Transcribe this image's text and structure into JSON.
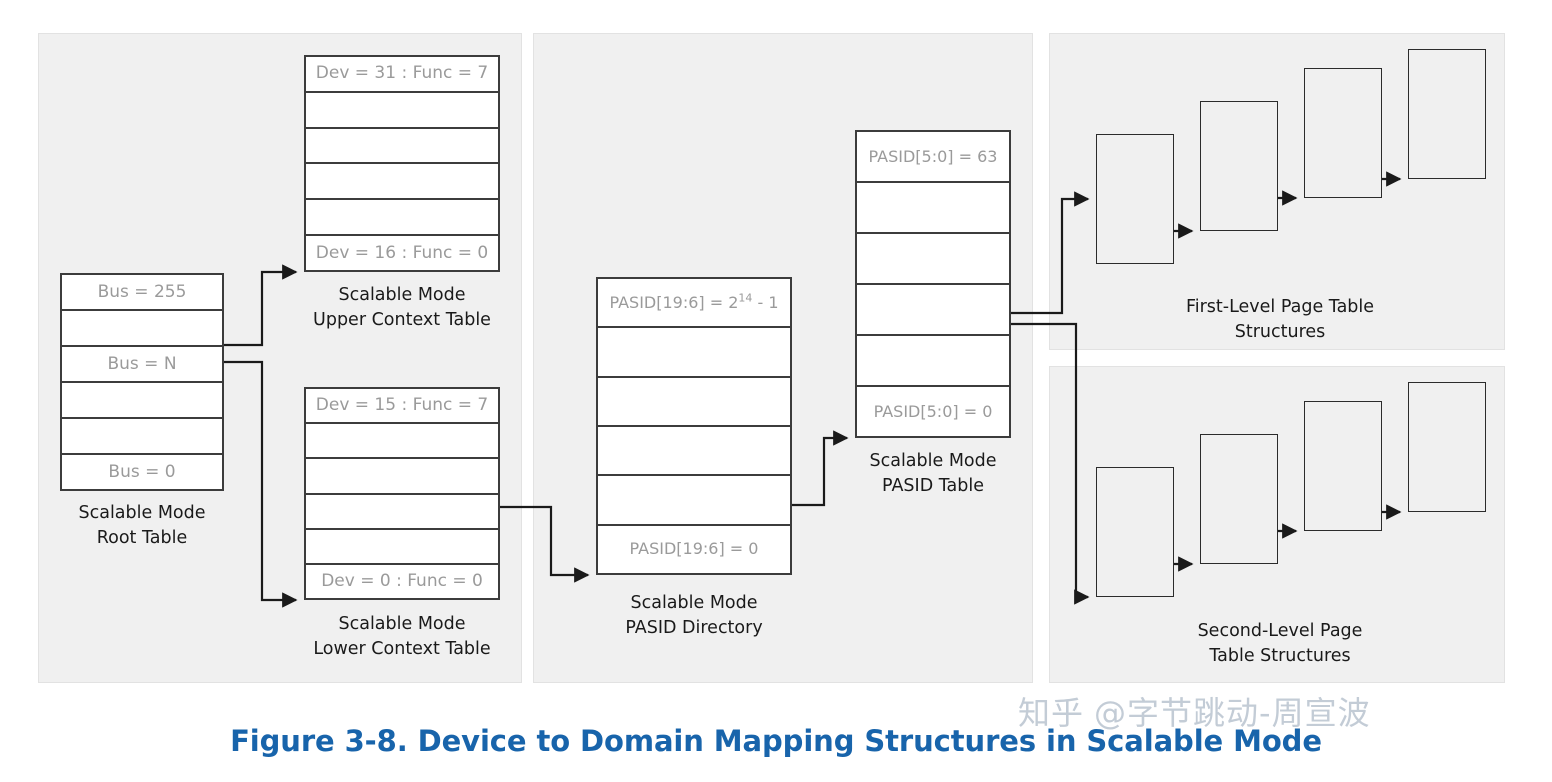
{
  "figure": {
    "caption": "Figure 3-8.  Device to Domain Mapping Structures in Scalable Mode",
    "caption_color": "#1864ab"
  },
  "watermark": {
    "logo": "知乎",
    "handle": "@字节跳动-周宣波",
    "color": "#c3ccd6"
  },
  "tables": {
    "root": {
      "caption": "Scalable Mode\nRoot Table",
      "caption_line1": "Scalable Mode",
      "caption_line2": "Root Table",
      "rows": [
        "Bus = 255",
        "",
        "Bus = N",
        "",
        "",
        "Bus = 0"
      ]
    },
    "upper_context": {
      "caption_line1": "Scalable Mode",
      "caption_line2": "Upper Context Table",
      "rows": [
        "Dev = 31 : Func = 7",
        "",
        "",
        "",
        "",
        "Dev = 16 : Func = 0"
      ]
    },
    "lower_context": {
      "caption_line1": "Scalable Mode",
      "caption_line2": "Lower Context Table",
      "rows": [
        "Dev = 15 : Func = 7",
        "",
        "",
        "",
        "",
        "Dev = 0 : Func = 0"
      ]
    },
    "pasid_directory": {
      "caption_line1": "Scalable Mode",
      "caption_line2": "PASID Directory",
      "rows_html": [
        "PASID[19:6] = 2<sup>14</sup> - 1",
        "",
        "",
        "",
        "",
        "PASID[19:6] = 0"
      ],
      "row_first_text": "PASID[19:6] = 2",
      "row_first_sup": "14",
      "row_first_tail": " - 1",
      "row_last_text": "PASID[19:6] = 0"
    },
    "pasid_table": {
      "caption_line1": "Scalable Mode",
      "caption_line2": "PASID Table",
      "rows": [
        "PASID[5:0] = 63",
        "",
        "",
        "",
        "",
        "PASID[5:0] = 0"
      ]
    }
  },
  "panels": {
    "first_level": {
      "caption_line1": "First-Level Page Table",
      "caption_line2": "Structures",
      "box_count": 4
    },
    "second_level": {
      "caption_line1": "Second-Level Page",
      "caption_line2": "Table Structures",
      "box_count": 4
    }
  },
  "colors": {
    "panel_background": "#f0f0f0",
    "table_border": "#3c3c3c",
    "row_label": "#9a9a9a",
    "caption_text": "#1a1a1a",
    "connector": "#1a1a1a"
  }
}
